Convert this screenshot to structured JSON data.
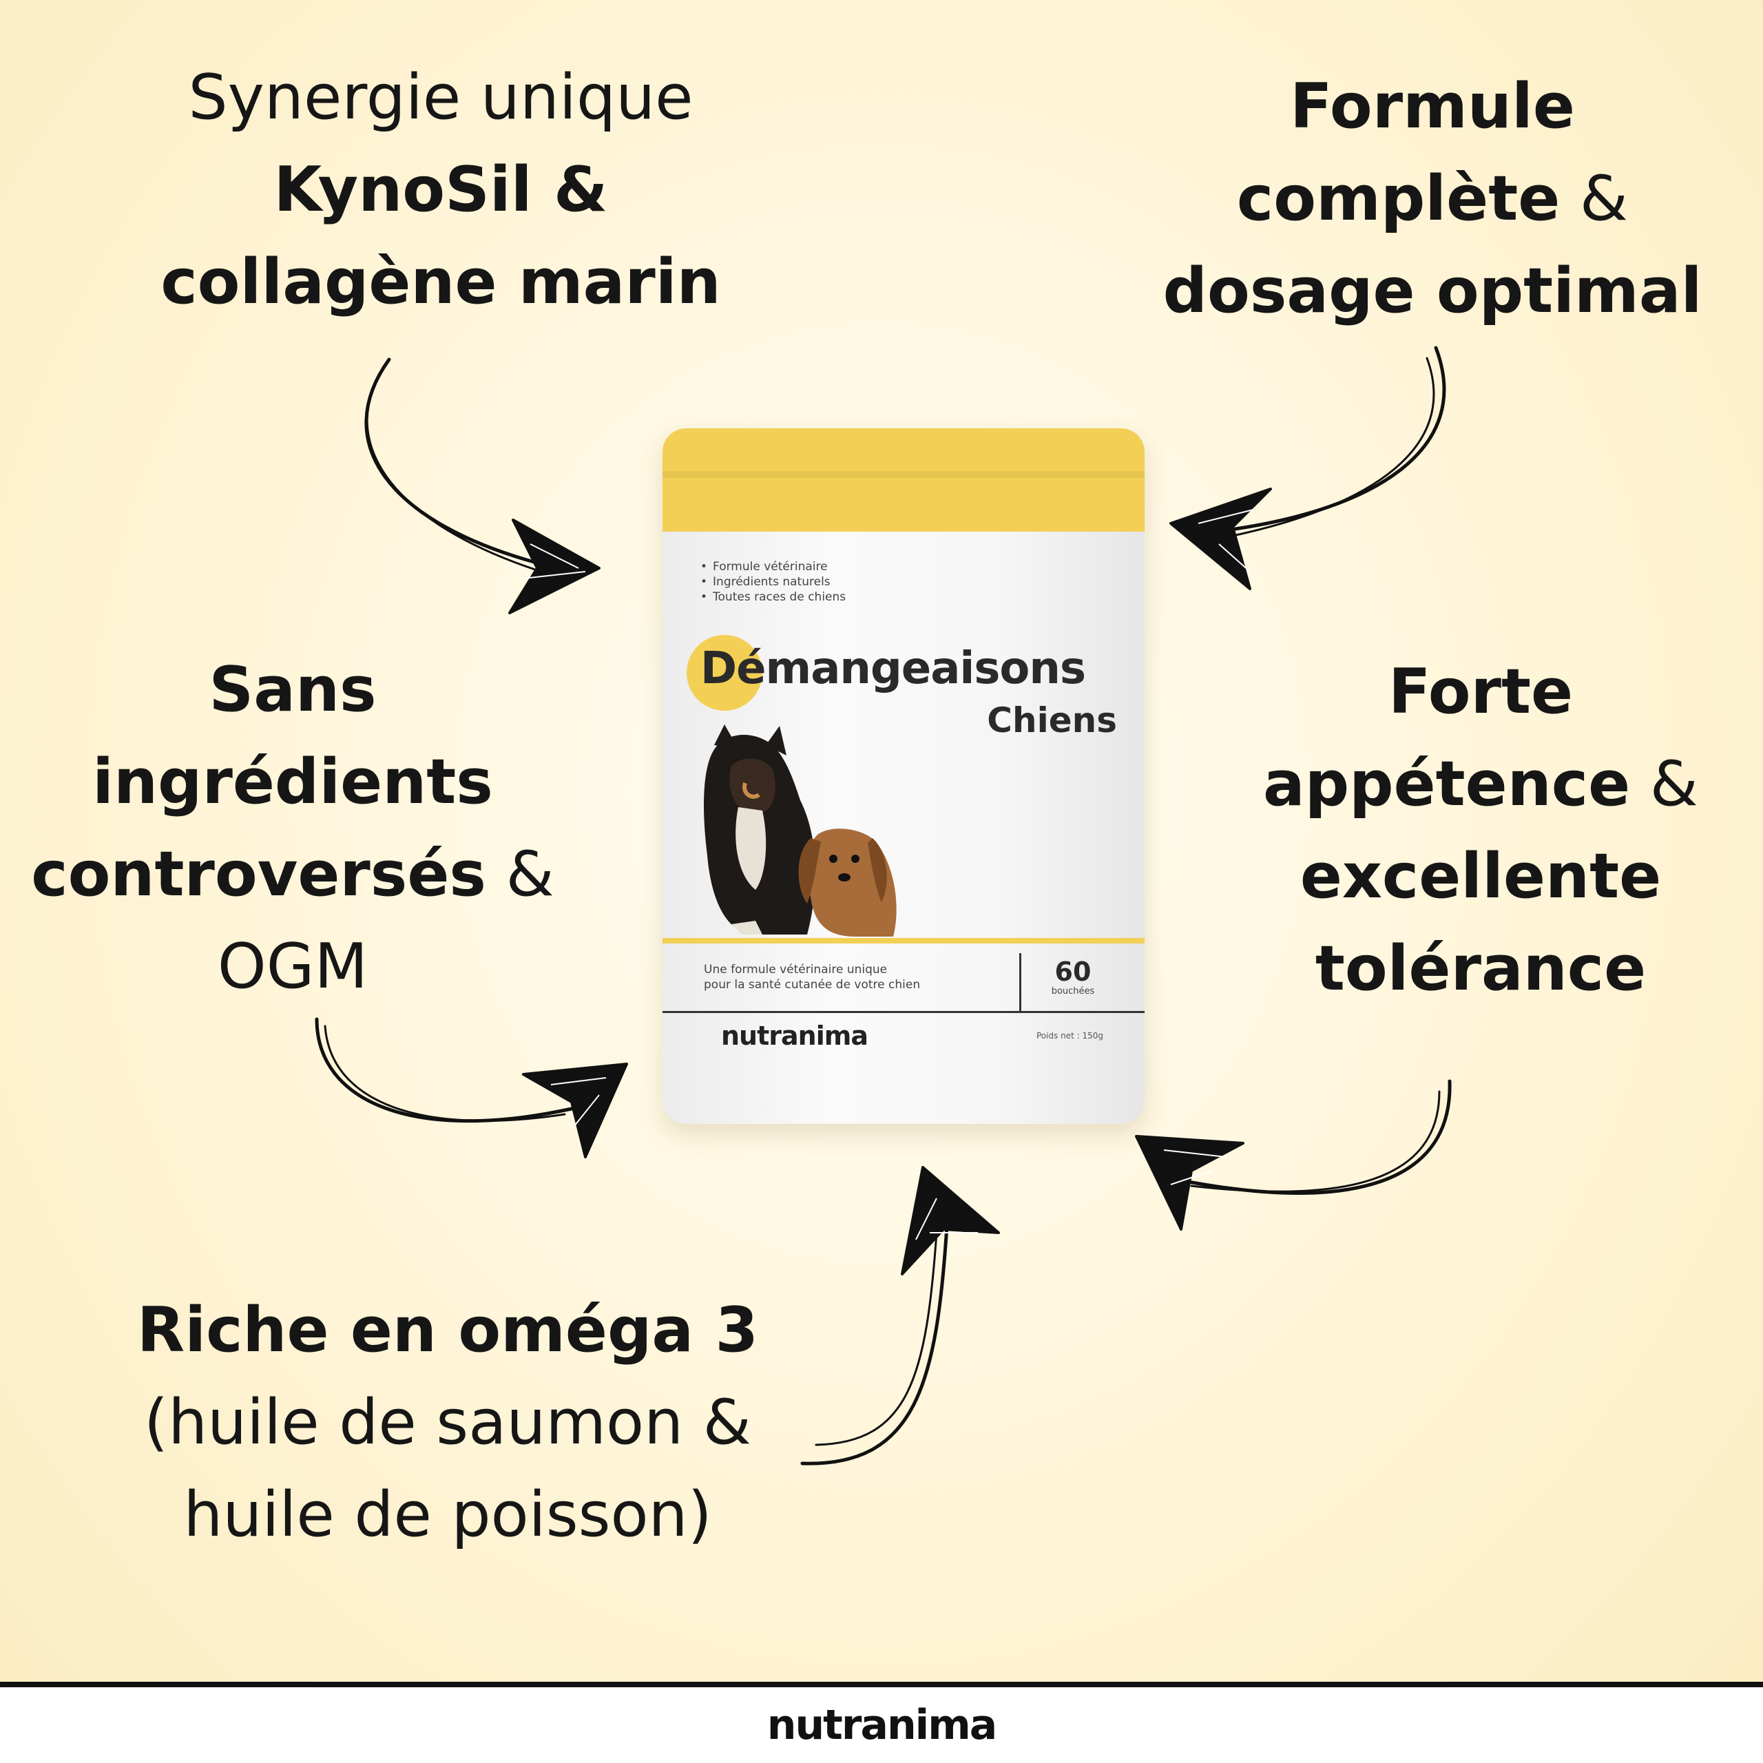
{
  "claims": {
    "synergie": {
      "line1": "Synergie unique",
      "line2": "KynoSil &",
      "line3": "collagène marin"
    },
    "formule": {
      "line1": "Formule",
      "line2_bold": "complète",
      "line2_rest": " &",
      "line3": "dosage optimal"
    },
    "sans": {
      "line1": "Sans",
      "line2": "ingrédients",
      "line3_bold": "controversés",
      "line3_rest": " &",
      "line4": "OGM"
    },
    "forte": {
      "line1": "Forte",
      "line2_bold": "appétence",
      "line2_rest": " &",
      "line3": "excellente",
      "line4": "tolérance"
    },
    "riche": {
      "line1": "Riche en oméga 3",
      "line2": "(huile de saumon &",
      "line3": "huile de poisson)"
    }
  },
  "product": {
    "bullets": [
      "Formule vétérinaire",
      "Ingrédients naturels",
      "Toutes races de chiens"
    ],
    "title": "Démangeaisons",
    "subtitle": "Chiens",
    "tagline_line1": "Une formule vétérinaire unique",
    "tagline_line2": "pour la santé cutanée de votre chien",
    "count": "60",
    "count_unit": "bouchées",
    "brand": "nutranima",
    "weight": "Poids net : 150g",
    "accent_color": "#f3cf55"
  },
  "footer": {
    "brand": "nutranima"
  }
}
